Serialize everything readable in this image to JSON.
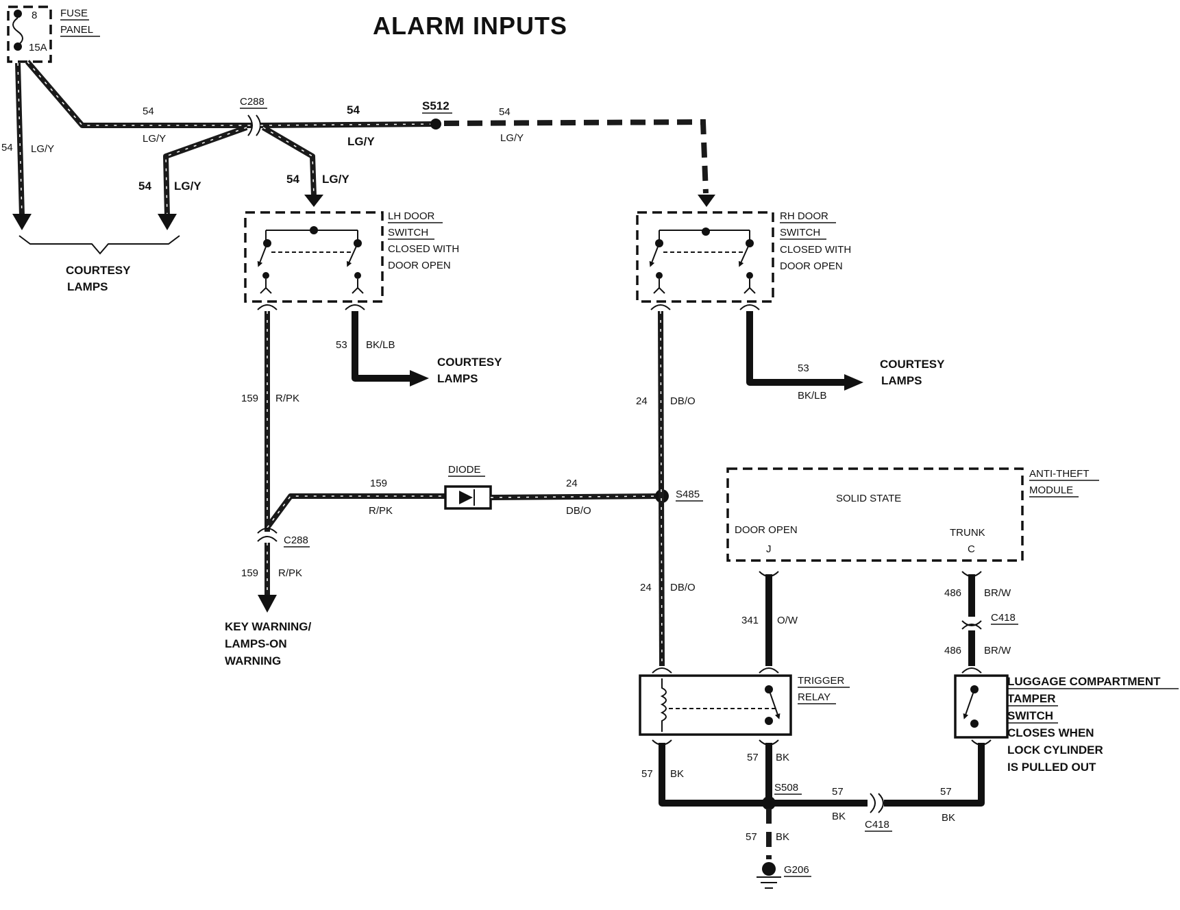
{
  "title": "ALARM INPUTS",
  "fuse_panel": {
    "label_line1": "FUSE",
    "label_line2": "PANEL",
    "fuse_number": "8",
    "fuse_rating": "15A"
  },
  "courtesy_lamps_left": {
    "line1": "COURTESY",
    "line2": "LAMPS"
  },
  "courtesy_lamps_lh": {
    "line1": "COURTESY",
    "line2": "LAMPS"
  },
  "courtesy_lamps_rh": {
    "line1": "COURTESY",
    "line2": "LAMPS"
  },
  "connectors": {
    "c288_top": "C288",
    "s512": "S512",
    "s485": "S485",
    "c288_bottom": "C288",
    "c418_right": "C418",
    "c418_bottom": "C418",
    "s508": "S508",
    "g206": "G206"
  },
  "lh_door_switch": {
    "line1": "LH DOOR",
    "line2": "SWITCH",
    "line3": "CLOSED WITH",
    "line4": "DOOR OPEN"
  },
  "rh_door_switch": {
    "line1": "RH DOOR",
    "line2": "SWITCH",
    "line3": "CLOSED WITH",
    "line4": "DOOR OPEN"
  },
  "diode": {
    "label": "DIODE"
  },
  "anti_theft_module": {
    "line1": "ANTI-THEFT",
    "line2": "MODULE",
    "center": "SOLID STATE",
    "door_open": "DOOR OPEN",
    "door_open_pin": "J",
    "trunk": "TRUNK",
    "trunk_pin": "C"
  },
  "trigger_relay": {
    "line1": "TRIGGER",
    "line2": "RELAY"
  },
  "luggage_switch": {
    "line1": "LUGGAGE COMPARTMENT",
    "line2": "TAMPER",
    "line3": "SWITCH",
    "line4": "CLOSES WHEN",
    "line5": "LOCK CYLINDER",
    "line6": "IS PULLED OUT"
  },
  "key_warning": {
    "line1": "KEY WARNING/",
    "line2": "LAMPS-ON",
    "line3": "WARNING"
  },
  "wire_labels": {
    "w54_left_num": "54",
    "w54_left_color": "LG/Y",
    "w54_top1_num": "54",
    "w54_top1_color": "LG/Y",
    "w54_top2_num": "54",
    "w54_top2_color": "LG/Y",
    "w54_top3_num": "54",
    "w54_top3_color": "LG/Y",
    "w54_branch_num": "54",
    "w54_branch_color": "LG/Y",
    "w54_lh_num": "54",
    "w54_lh_color": "LG/Y",
    "w53_lh_num": "53",
    "w53_lh_color": "BK/LB",
    "w53_rh_num": "53",
    "w53_rh_color": "BK/LB",
    "w159_upper_num": "159",
    "w159_upper_color": "R/PK",
    "w159_diode_num": "159",
    "w159_diode_color": "R/PK",
    "w24_diode_num": "24",
    "w24_diode_color": "DB/O",
    "w24_upper_num": "24",
    "w24_upper_color": "DB/O",
    "w24_lower_num": "24",
    "w24_lower_color": "DB/O",
    "w159_lower_num": "159",
    "w159_lower_color": "R/PK",
    "w341_num": "341",
    "w341_color": "O/W",
    "w486_upper_num": "486",
    "w486_upper_color": "BR/W",
    "w486_lower_num": "486",
    "w486_lower_color": "BR/W",
    "w57_relay_left_num": "57",
    "w57_relay_left_color": "BK",
    "w57_relay_right_num": "57",
    "w57_relay_right_color": "BK",
    "w57_mid_num": "57",
    "w57_mid_color": "BK",
    "w57_right_num": "57",
    "w57_right_color": "BK",
    "w57_ground_num": "57",
    "w57_ground_color": "BK"
  }
}
